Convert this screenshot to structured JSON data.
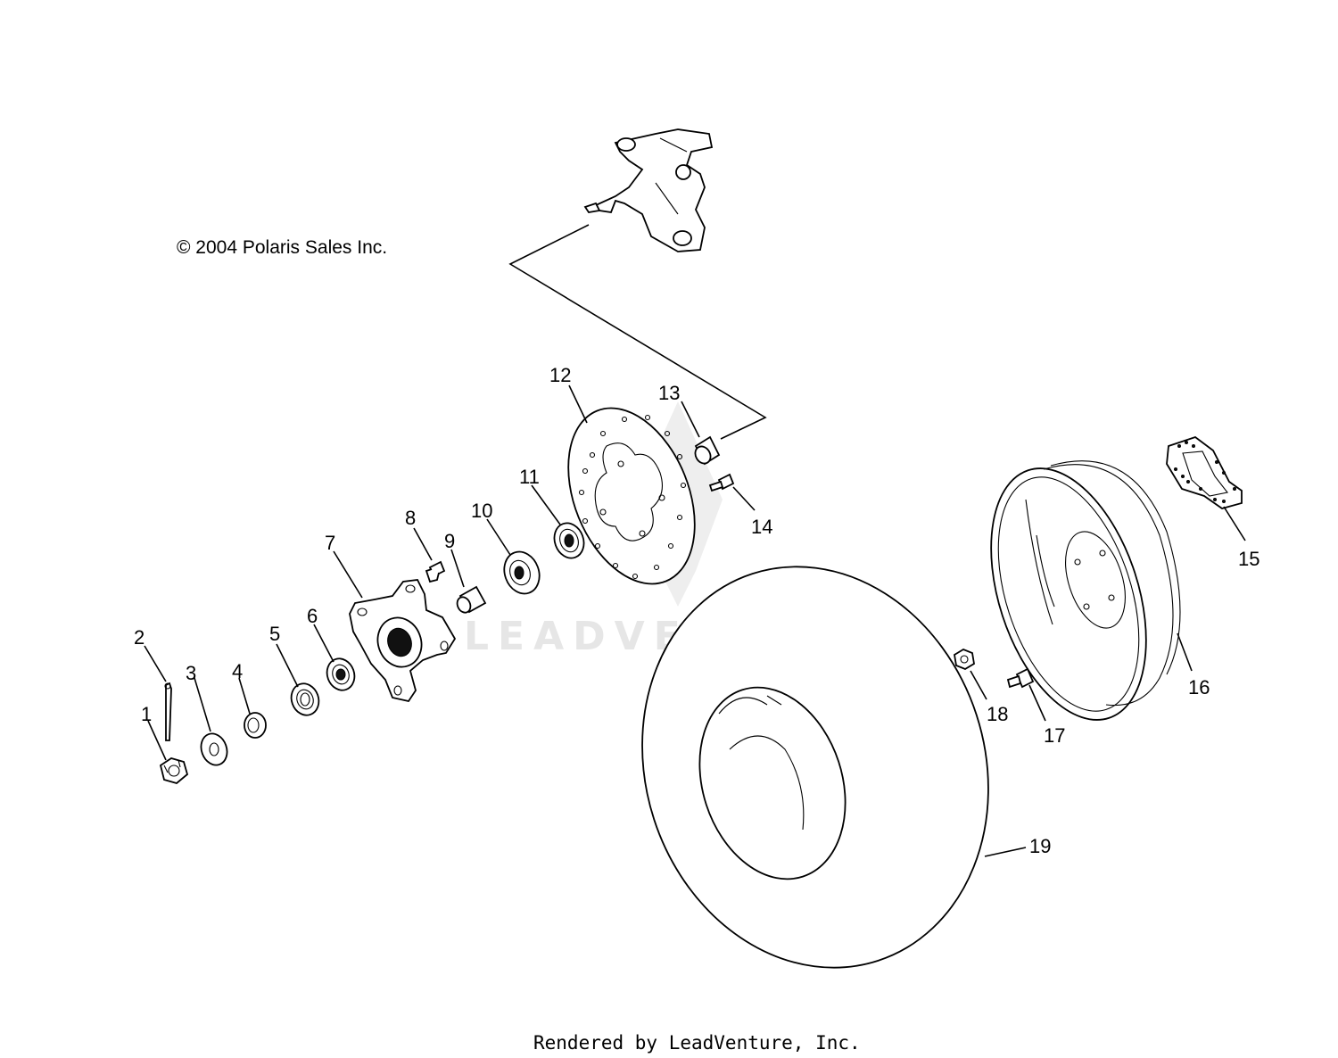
{
  "copyright": "© 2004 Polaris Sales Inc.",
  "footer": "Rendered by LeadVenture, Inc.",
  "watermark": "LEADVENTURE",
  "parts": [
    {
      "id": "p1",
      "label": "1"
    },
    {
      "id": "p2",
      "label": "2"
    },
    {
      "id": "p3",
      "label": "3"
    },
    {
      "id": "p4",
      "label": "4"
    },
    {
      "id": "p5",
      "label": "5"
    },
    {
      "id": "p6",
      "label": "6"
    },
    {
      "id": "p7",
      "label": "7"
    },
    {
      "id": "p8",
      "label": "8"
    },
    {
      "id": "p9",
      "label": "9"
    },
    {
      "id": "p10",
      "label": "10"
    },
    {
      "id": "p11",
      "label": "11"
    },
    {
      "id": "p12",
      "label": "12"
    },
    {
      "id": "p13",
      "label": "13"
    },
    {
      "id": "p14",
      "label": "14"
    },
    {
      "id": "p15",
      "label": "15"
    },
    {
      "id": "p16",
      "label": "16"
    },
    {
      "id": "p17",
      "label": "17"
    },
    {
      "id": "p18",
      "label": "18"
    },
    {
      "id": "p19",
      "label": "19"
    }
  ],
  "colors": {
    "line": "#000000",
    "watermark": "#e6e6e6",
    "background": "#ffffff"
  }
}
